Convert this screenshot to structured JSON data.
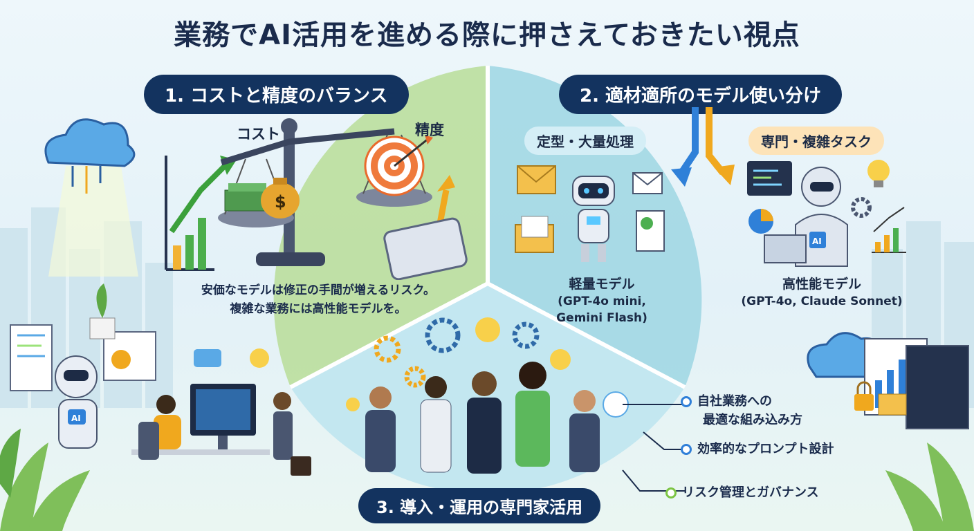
{
  "title": "業務でAI活用を進める際に押さえておきたい視点",
  "colors": {
    "navy": "#13335f",
    "green_section": "#b8dd98",
    "blue_section": "#9ed6e3",
    "bottom_section": "#bfe6f0",
    "tag_blue": "#d4eef6",
    "tag_orange": "#fde3b8"
  },
  "section1": {
    "heading": "1. コストと精度のバランス",
    "cost_label": "コスト",
    "accuracy_label": "精度",
    "note_line1": "安価なモデルは修正の手間が増えるリスク。",
    "note_line2": "複雑な業務には高性能モデルを。"
  },
  "section2": {
    "heading": "2. 適材適所のモデル使い分け",
    "left_tag": "定型・大量処理",
    "left_model_name": "軽量モデル",
    "left_model_examples_line1": "(GPT-4o mini,",
    "left_model_examples_line2": "Gemini Flash)",
    "right_tag": "専門・複雑タスク",
    "right_model_name": "高性能モデル",
    "right_model_examples": "(GPT-4o, Claude Sonnet)"
  },
  "section3": {
    "heading": "3. 導入・運用の専門家活用",
    "items": [
      {
        "line1": "自社業務への",
        "line2": "最適な組み込み方",
        "dot_color": "#2f7fd8"
      },
      {
        "line1": "効率的なプロンプト設計",
        "line2": "",
        "dot_color": "#2f7fd8"
      },
      {
        "line1": "リスク管理とガバナンス",
        "line2": "",
        "dot_color": "#7cc443"
      }
    ]
  },
  "icons": {
    "robot_ai_label": "AI",
    "laptop_ai_label": "AI",
    "dollar_sign": "$"
  }
}
